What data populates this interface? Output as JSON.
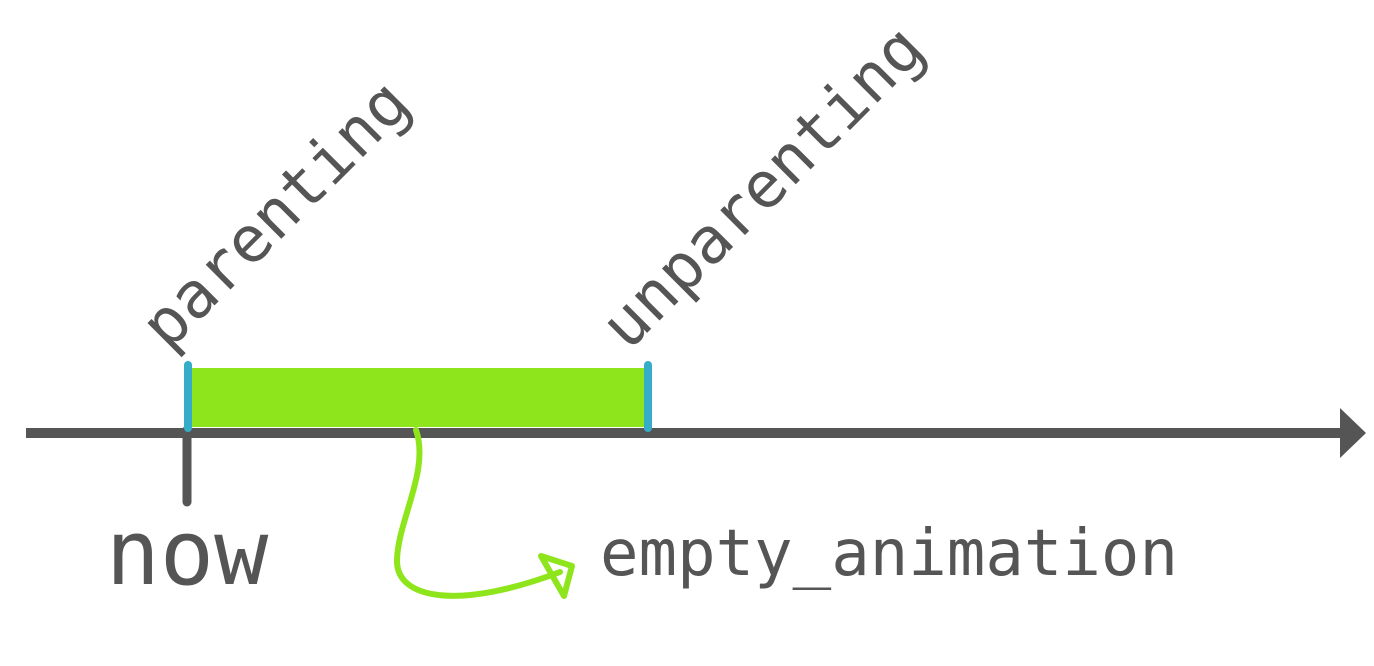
{
  "diagram": {
    "labels": {
      "start_event": "parenting",
      "end_event": "unparenting",
      "now": "now",
      "animation": "empty_animation"
    },
    "colors": {
      "axis": "#555555",
      "bar": "#8fe51c",
      "marker": "#35adc9",
      "arrow": "#8fe51c",
      "text": "#555555",
      "background": "#ffffff"
    }
  }
}
